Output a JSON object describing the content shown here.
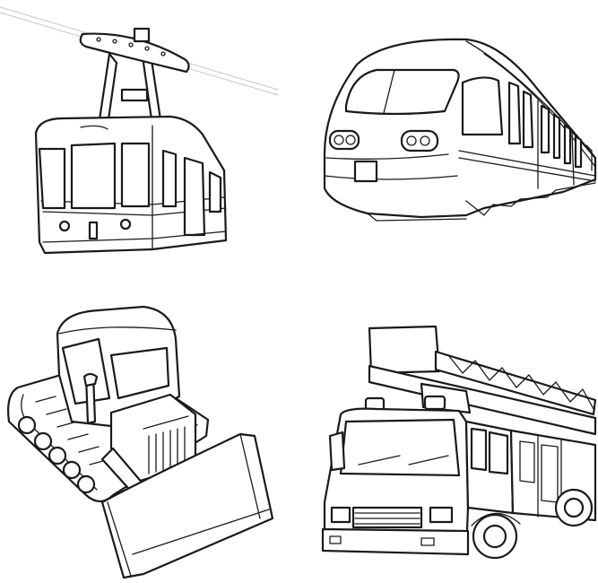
{
  "illustration": {
    "style": "black line-art coloring page",
    "background": "#ffffff",
    "ink": "#1a1a1a",
    "vehicles": [
      {
        "name": "cable-car-icon",
        "position": "top-left"
      },
      {
        "name": "high-speed-train-icon",
        "position": "top-right"
      },
      {
        "name": "bulldozer-icon",
        "position": "bottom-left"
      },
      {
        "name": "fire-truck-icon",
        "position": "bottom-right"
      }
    ]
  }
}
